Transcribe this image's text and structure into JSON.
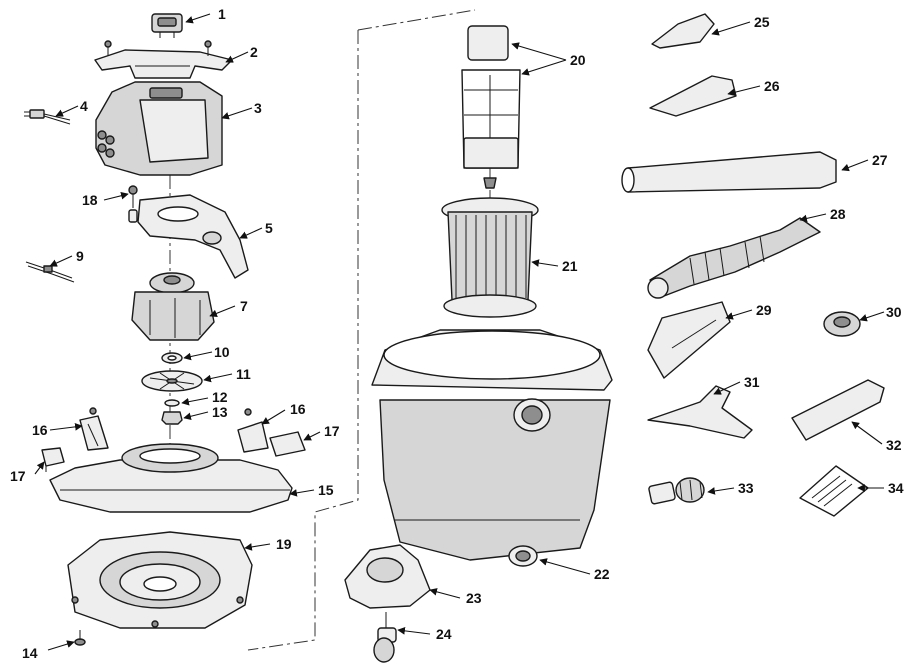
{
  "callouts": [
    {
      "id": "1",
      "label": "1"
    },
    {
      "id": "2",
      "label": "2"
    },
    {
      "id": "3",
      "label": "3"
    },
    {
      "id": "4",
      "label": "4"
    },
    {
      "id": "5",
      "label": "5"
    },
    {
      "id": "7",
      "label": "7"
    },
    {
      "id": "9",
      "label": "9"
    },
    {
      "id": "10",
      "label": "10"
    },
    {
      "id": "11",
      "label": "11"
    },
    {
      "id": "12",
      "label": "12"
    },
    {
      "id": "13",
      "label": "13"
    },
    {
      "id": "14",
      "label": "14"
    },
    {
      "id": "15",
      "label": "15"
    },
    {
      "id": "16a",
      "label": "16"
    },
    {
      "id": "16b",
      "label": "16"
    },
    {
      "id": "17a",
      "label": "17"
    },
    {
      "id": "17b",
      "label": "17"
    },
    {
      "id": "18",
      "label": "18"
    },
    {
      "id": "19",
      "label": "19"
    },
    {
      "id": "20",
      "label": "20"
    },
    {
      "id": "21",
      "label": "21"
    },
    {
      "id": "22",
      "label": "22"
    },
    {
      "id": "23",
      "label": "23"
    },
    {
      "id": "24",
      "label": "24"
    },
    {
      "id": "25",
      "label": "25"
    },
    {
      "id": "26",
      "label": "26"
    },
    {
      "id": "27",
      "label": "27"
    },
    {
      "id": "28",
      "label": "28"
    },
    {
      "id": "29",
      "label": "29"
    },
    {
      "id": "30",
      "label": "30"
    },
    {
      "id": "31",
      "label": "31"
    },
    {
      "id": "32",
      "label": "32"
    },
    {
      "id": "33",
      "label": "33"
    },
    {
      "id": "34",
      "label": "34"
    }
  ]
}
